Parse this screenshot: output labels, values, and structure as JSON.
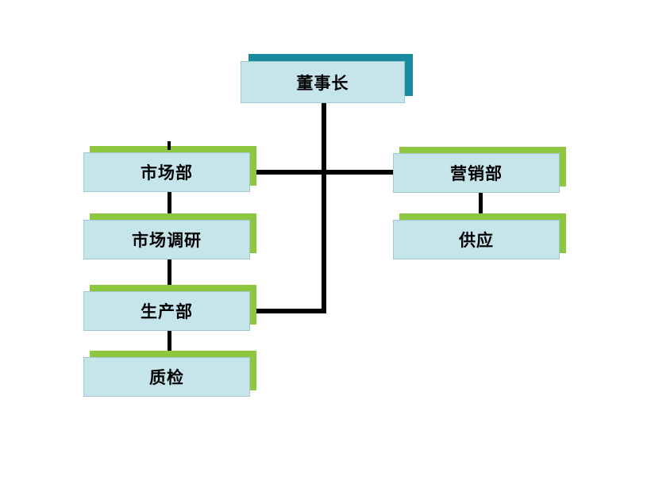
{
  "diagram": {
    "type": "org-chart",
    "nodes": [
      {
        "id": "chairman",
        "label": "董事长"
      },
      {
        "id": "marketing",
        "label": "市场部"
      },
      {
        "id": "research",
        "label": "市场调研"
      },
      {
        "id": "production",
        "label": "生产部"
      },
      {
        "id": "qc",
        "label": "质检"
      },
      {
        "id": "sales",
        "label": "营销部"
      },
      {
        "id": "supply",
        "label": "供应"
      }
    ],
    "edges": [
      {
        "from": "chairman",
        "to": "marketing"
      },
      {
        "from": "chairman",
        "to": "sales"
      },
      {
        "from": "chairman",
        "to": "production"
      },
      {
        "from": "marketing",
        "to": "research"
      },
      {
        "from": "research",
        "to": "production"
      },
      {
        "from": "production",
        "to": "qc"
      },
      {
        "from": "sales",
        "to": "supply"
      }
    ]
  },
  "colors": {
    "box_fill": "#c6e5eb",
    "box_border": "#9fc8d2",
    "green_shadow": "#8dc63f",
    "teal_shadow": "#1a8a9e",
    "line": "#000000",
    "background": "#ffffff"
  }
}
